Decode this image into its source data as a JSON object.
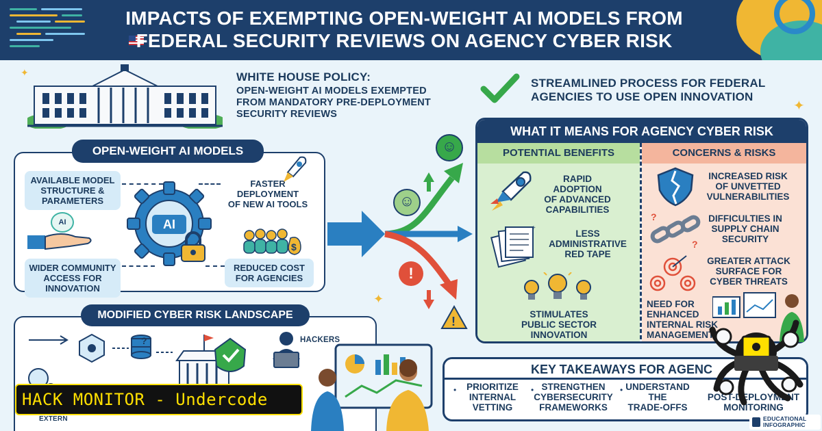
{
  "header": {
    "title_line1": "Impacts of Exempting Open-Weight AI Models From",
    "title_line2": "Federal Security Reviews on Agency Cyber Risk"
  },
  "policy": {
    "heading": "White House Policy:",
    "line1": "Open-Weight AI Models Exempted",
    "line2": "From Mandatory Pre-Deployment",
    "line3": "Security Reviews"
  },
  "streamlined": {
    "line1": "Streamlined Process for Federal",
    "line2": "Agencies to Use Open Innovation"
  },
  "models": {
    "title": "Open-Weight AI Models",
    "item1_l1": "Available Model",
    "item1_l2": "Structure &",
    "item1_l3": "Parameters",
    "item2_l1": "Faster",
    "item2_l2": "Deployment",
    "item2_l3": "of New AI Tools",
    "item3_l1": "Wider Community",
    "item3_l2": "Access for",
    "item3_l3": "Innovation",
    "item4_l1": "Reduced Cost",
    "item4_l2": "for Agencies",
    "ai_label": "AI"
  },
  "landscape": {
    "title": "Modified Cyber Risk Landscape",
    "hackers": "Hackers",
    "extern": "Extern",
    "question": "?"
  },
  "risk": {
    "title": "What It Means for Agency Cyber Risk",
    "benefits_title": "Potential Benefits",
    "concerns_title": "Concerns & Risks",
    "benefit1_l1": "Rapid Adoption",
    "benefit1_l2": "of Advanced",
    "benefit1_l3": "Capabilities",
    "benefit2_l1": "Less",
    "benefit2_l2": "Administrative",
    "benefit2_l3": "Red Tape",
    "benefit3_l1": "Stimulates",
    "benefit3_l2": "Public Sector",
    "benefit3_l3": "Innovation",
    "concern1_l1": "Increased Risk",
    "concern1_l2": "of Unvetted",
    "concern1_l3": "Vulnerabilities",
    "concern2_l1": "Difficulties in",
    "concern2_l2": "Supply Chain",
    "concern2_l3": "Security",
    "concern3_l1": "Greater Attack",
    "concern3_l2": "Surface for",
    "concern3_l3": "Cyber Threats",
    "concern4_l1": "Need for",
    "concern4_l2": "Enhanced",
    "concern4_l3": "Internal Risk",
    "concern4_l4": "Management"
  },
  "takeaways": {
    "title": "Key Takeaways for Agenc",
    "item1_l1": "Prioritize",
    "item1_l2": "Internal",
    "item1_l3": "Vetting",
    "item2_l1": "Strengthen",
    "item2_l2": "Cybersecurity",
    "item2_l3": "Frameworks",
    "item3_l1": "Understand",
    "item3_l2": "the",
    "item3_l3": "Trade-offs",
    "item4_l1": "Post-Deployment",
    "item4_l2": "Monitoring"
  },
  "watermark": {
    "banner": "HACK MONITOR - Undercode",
    "badge_l1": "Educational",
    "badge_l2": "Infographic"
  },
  "colors": {
    "navy": "#1d3f6b",
    "benefit_green": "#cfe9c4",
    "concern_red": "#f6c9b8",
    "arrow_blue": "#2a7fc1",
    "arrow_green": "#37a84a",
    "arrow_red": "#e0503a",
    "banner_yellow": "#ffe000"
  }
}
